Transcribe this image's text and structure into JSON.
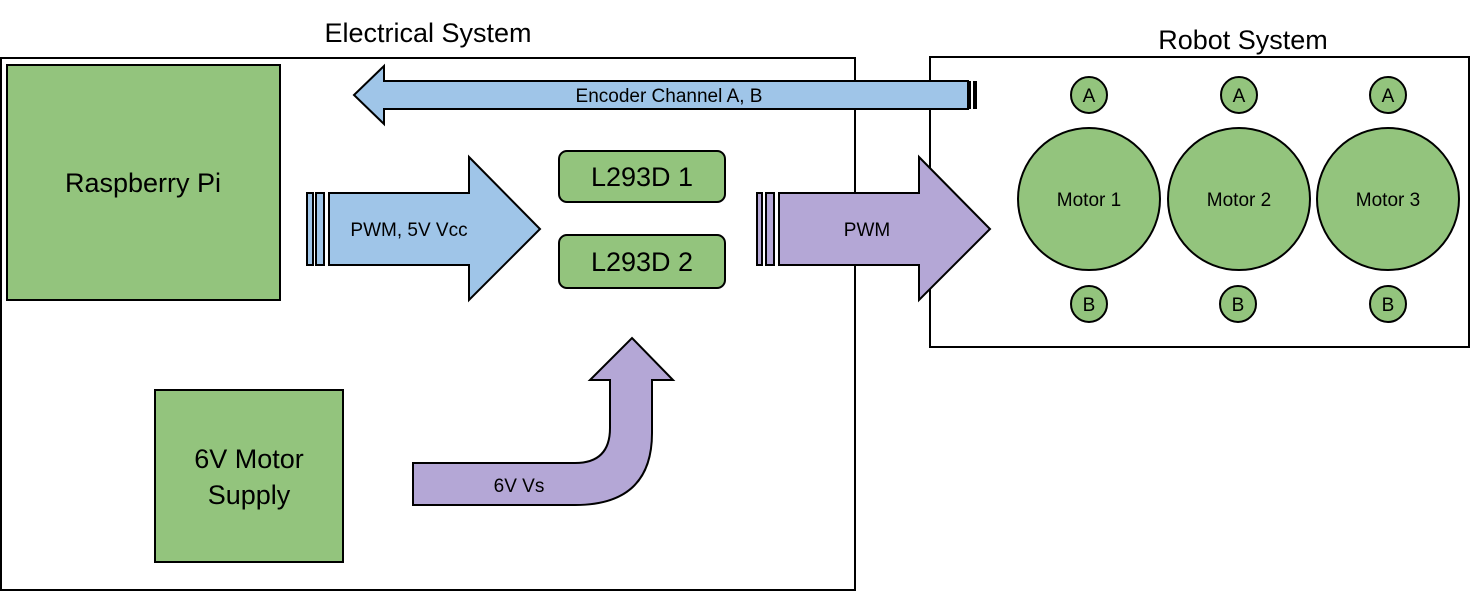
{
  "groups": {
    "electrical_title": "Electrical System",
    "robot_title": "Robot System"
  },
  "components": {
    "raspberry_pi": "Raspberry Pi",
    "motor_supply_line1": "6V Motor",
    "motor_supply_line2": "Supply",
    "driver_1": "L293D 1",
    "driver_2": "L293D 2"
  },
  "motors": [
    {
      "label": "Motor 1",
      "channel_a": "A",
      "channel_b": "B"
    },
    {
      "label": "Motor 2",
      "channel_a": "A",
      "channel_b": "B"
    },
    {
      "label": "Motor 3",
      "channel_a": "A",
      "channel_b": "B"
    }
  ],
  "connections": {
    "encoder": "Encoder Channel A, B",
    "pwm_vcc": "PWM, 5V Vcc",
    "pwm": "PWM",
    "vs": "6V Vs"
  },
  "colors": {
    "component_fill": "#93c47d",
    "signal_arrow": "#9fc5e8",
    "power_arrow": "#b4a7d6"
  }
}
